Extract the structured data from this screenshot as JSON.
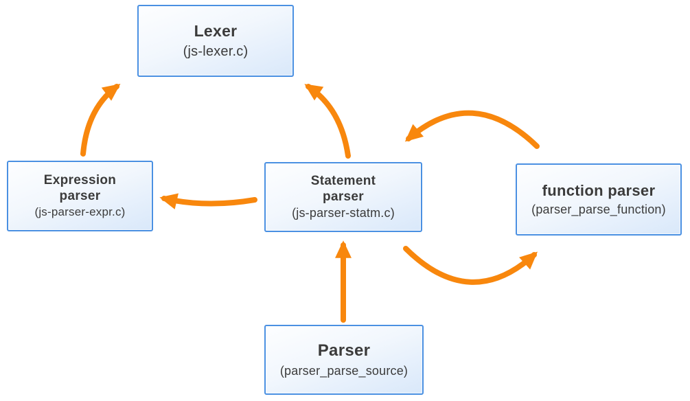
{
  "diagram": {
    "description": "Parser module relationship diagram",
    "background": "#ffffff"
  },
  "colors": {
    "arrow": "#f8870d",
    "box_border": "#4a90e2",
    "box_fill_top": "#fdfeff",
    "box_fill_bottom": "#d9e8fa",
    "text": "#3b3b3b"
  },
  "nodes": {
    "lexer": {
      "title": "Lexer",
      "subtitle": "(js-lexer.c)"
    },
    "expression_parser": {
      "title": "Expression\nparser",
      "subtitle": "(js-parser-expr.c)"
    },
    "statement_parser": {
      "title": "Statement\nparser",
      "subtitle": "(js-parser-statm.c)"
    },
    "function_parser": {
      "title": "function parser",
      "subtitle": "(parser_parse_function)"
    },
    "parser": {
      "title": "Parser",
      "subtitle": "(parser_parse_source)"
    }
  },
  "edges": [
    {
      "from": "expression_parser",
      "to": "lexer"
    },
    {
      "from": "statement_parser",
      "to": "lexer"
    },
    {
      "from": "statement_parser",
      "to": "expression_parser"
    },
    {
      "from": "function_parser",
      "to": "statement_parser"
    },
    {
      "from": "statement_parser",
      "to": "function_parser"
    },
    {
      "from": "parser",
      "to": "statement_parser"
    }
  ]
}
